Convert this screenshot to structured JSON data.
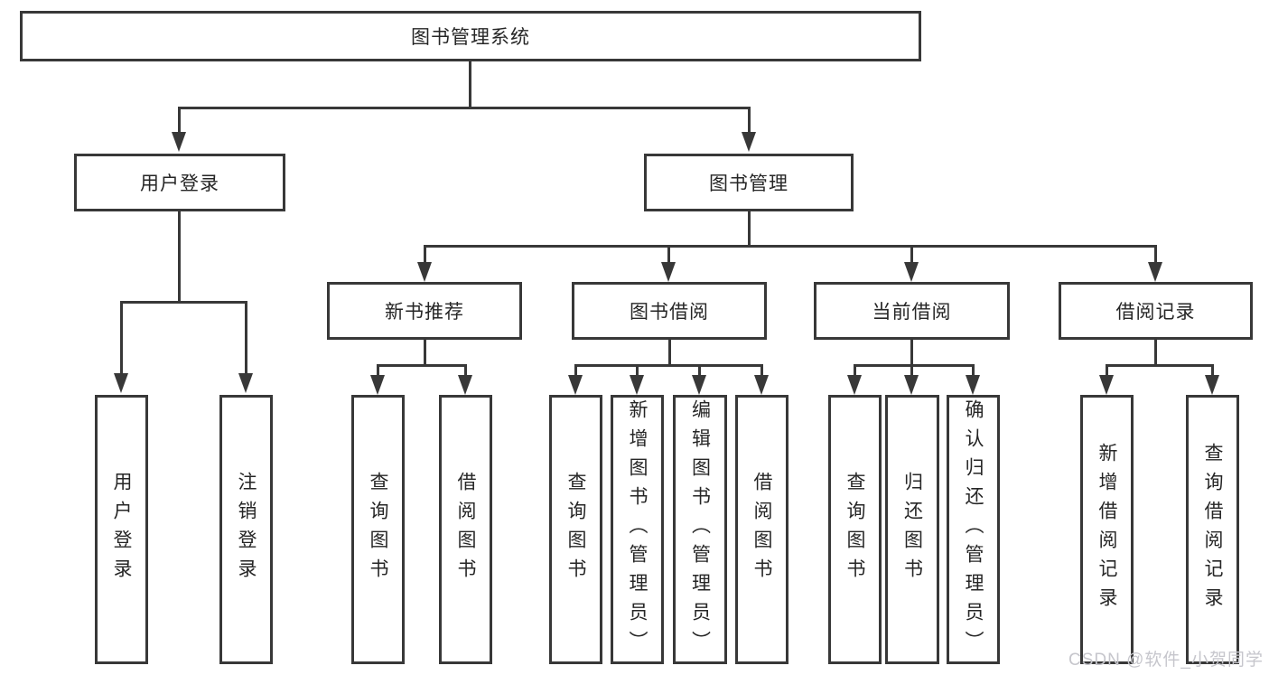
{
  "diagram": {
    "root": {
      "label": "图书管理系统"
    },
    "level2": [
      {
        "label": "用户登录"
      },
      {
        "label": "图书管理"
      }
    ],
    "level3": [
      {
        "label": "新书推荐"
      },
      {
        "label": "图书借阅"
      },
      {
        "label": "当前借阅"
      },
      {
        "label": "借阅记录"
      }
    ],
    "leaves": [
      {
        "label": "用户登录"
      },
      {
        "label": "注销登录"
      },
      {
        "label": "查询图书"
      },
      {
        "label": "借阅图书"
      },
      {
        "label": "查询图书"
      },
      {
        "label": "新增图书（管理员）"
      },
      {
        "label": "编辑图书（管理员）"
      },
      {
        "label": "借阅图书"
      },
      {
        "label": "查询图书"
      },
      {
        "label": "归还图书"
      },
      {
        "label": "确认归还（管理员）"
      },
      {
        "label": "新增借阅记录"
      },
      {
        "label": "查询借阅记录"
      }
    ]
  },
  "watermark": {
    "text": "CSDN @软件_小贺同学"
  },
  "colors": {
    "line": "#383838",
    "text": "#262626",
    "watermark": "#c6c6cc",
    "background": "#ffffff"
  }
}
